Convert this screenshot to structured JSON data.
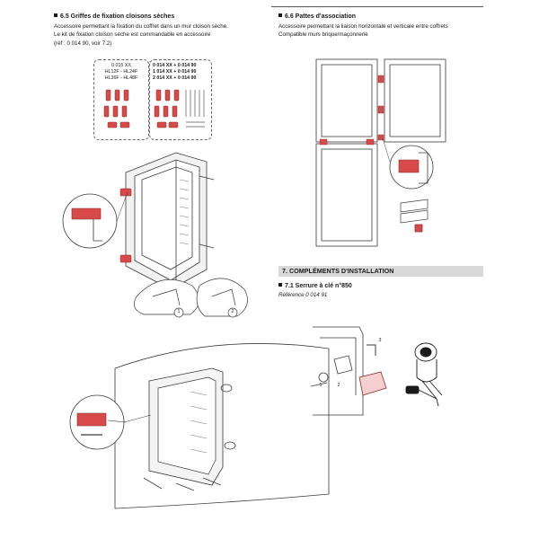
{
  "left": {
    "section_65": {
      "title": "6.5 Griffes de fixation cloisons sèches",
      "desc_lines": [
        "Accessoire permettant la fixation du coffret dans un mur cloison sèche.",
        "Le kit de fixation cloison sèche est commandable en accessoire",
        "(réf : 0 014 90, voir 7.2)"
      ]
    },
    "kit_left": {
      "lines": [
        "0 015 XX",
        "HL12F - HL24F",
        "HL36F - HL48F"
      ]
    },
    "kit_right": {
      "lines": [
        "0 014 XX  +  0 014 90",
        "1 014 XX  +  0 014 90",
        "2 014 XX  +  0 014 90"
      ]
    },
    "step_labels": [
      "1",
      "2"
    ]
  },
  "right": {
    "section_66": {
      "title": "6.6 Pattes d'association",
      "desc_lines": [
        "Accessoire permettant la liaison horizontale et verticale entre coffrets",
        "Compatible murs brique/maçonnerie"
      ]
    },
    "band_title": "7. COMPLÉMENTS D'INSTALLATION",
    "section_71": {
      "title": "7.1 Serrure à clé n°850",
      "reference": "Référence 0 014 91"
    },
    "lock_steps": [
      "1",
      "2",
      "3"
    ]
  },
  "colors": {
    "accent_red": "#d84a4a",
    "band_gray": "#d9d9d9",
    "line": "#3a3a3a"
  }
}
